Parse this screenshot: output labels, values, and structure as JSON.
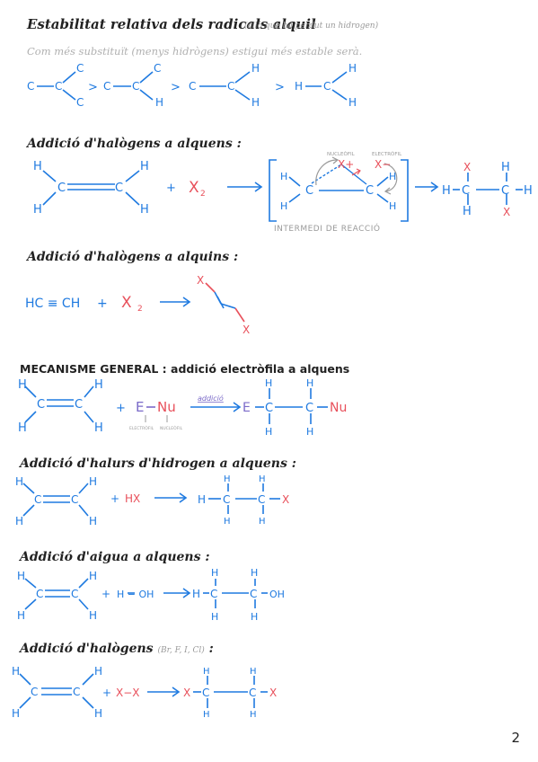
{
  "page": {
    "number": "2",
    "colors": {
      "blue": "#1f7ae0",
      "red": "#e8505b",
      "purple": "#7b6bc9",
      "gray": "#9a9a9a",
      "ink": "#222222"
    }
  },
  "sec1": {
    "title": "Estabilitat relativa dels radicals alquil",
    "note": "(allò que ha perdut un hidrogen)",
    "subtitle": "Com més substituït (menys hidrògens) estigui més estable serà.",
    "atoms": {
      "c": "C",
      "h": "H",
      "gt": ">"
    }
  },
  "sec2": {
    "title": "Addició d'halògens a alquens :",
    "plus": "+",
    "reagent": "X",
    "reagent_sub": "2",
    "nucleofil": "NUCLEÒFIL",
    "electrofil": "ELECTRÒFIL",
    "xplus": "X+",
    "xminus": "X−",
    "intermediate_label": "INTERMEDI DE REACCIÓ",
    "product_x": "X",
    "product_c": "C",
    "product_h": "H"
  },
  "sec3": {
    "title": "Addició d'halògens a alquins :",
    "alkyne": "HC ≡ CH",
    "plus": "+",
    "reagent": "X",
    "reagent_sub": "2",
    "product_x": "X"
  },
  "sec4": {
    "title": "MECANISME GENERAL : addició electròfila a alquens",
    "plus": "+",
    "electrophile": "E",
    "nucleophile": "Nu",
    "electrophile_label": "ELECTRÒFIL",
    "nucleophile_label": "NUCLEÒFIL",
    "arrow_label": "addició",
    "product_e": "E",
    "product_nu": "Nu"
  },
  "sec5": {
    "title": "Addició d'halurs d'hidrogen a alquens :",
    "plus": "+",
    "reagent": "HX",
    "product_h": "H",
    "product_x": "X"
  },
  "sec6": {
    "title": "Addició d'aigua a alquens :",
    "plus": "+",
    "reagent": "H − OH",
    "product_h": "H",
    "product_oh": "OH"
  },
  "sec7": {
    "title": "Addició d'halògens",
    "note": "(Br, F, I, Cl)",
    "colon": ":",
    "plus": "+",
    "reagent": "X−X",
    "product_x": "X"
  }
}
